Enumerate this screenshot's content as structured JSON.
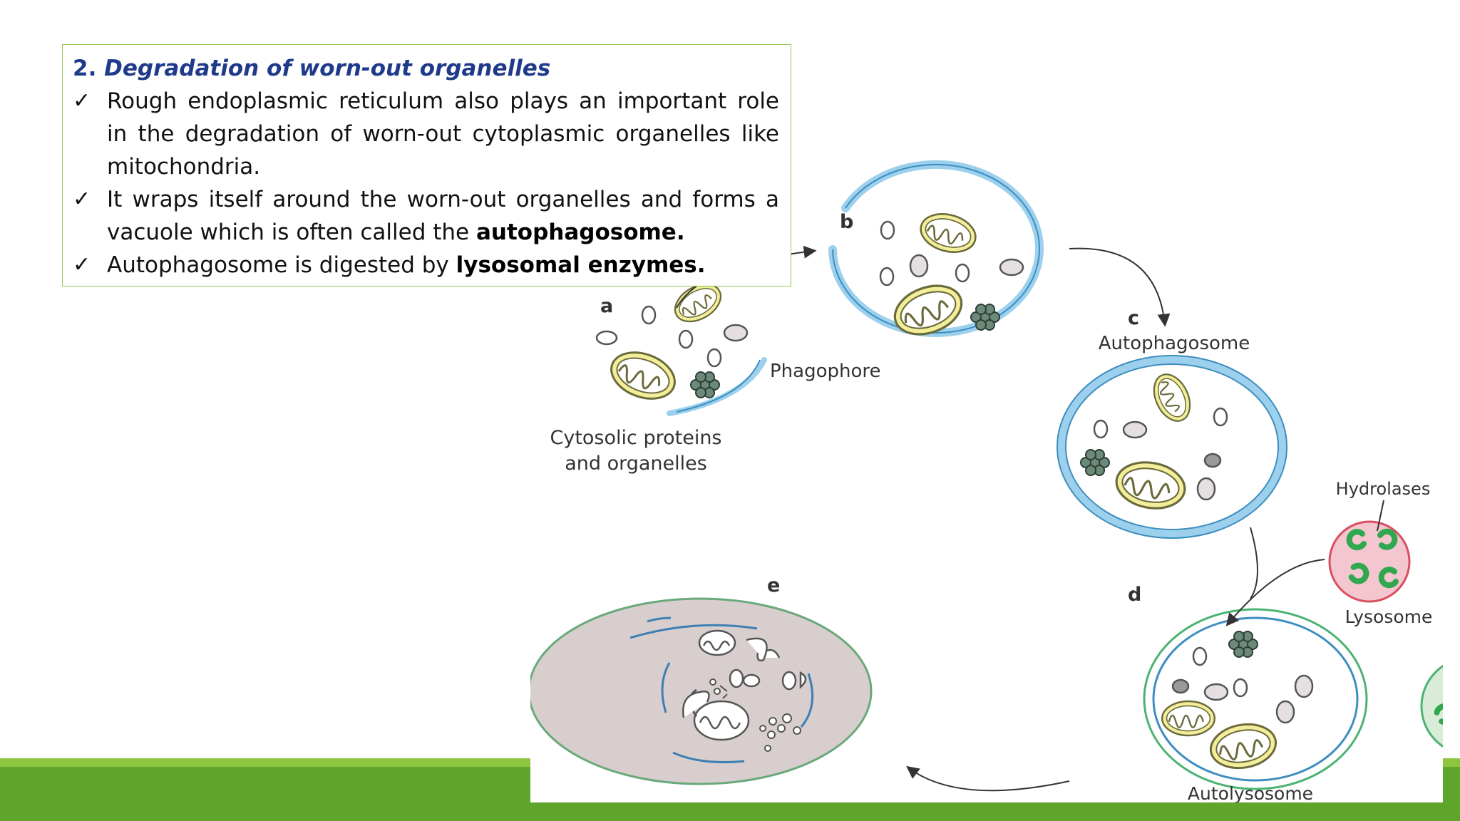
{
  "slide": {
    "heading_number": "2.",
    "heading_title": "Degradation of worn-out organelles",
    "bullets": [
      {
        "text": "Rough endoplasmic reticulum also plays an important role in the degradation of worn-out cytoplasmic organelles like mitochondria.",
        "bold": ""
      },
      {
        "text": " It wraps itself around the worn-out organelles and forms a vacuole which is often called the ",
        "bold": "autophagosome."
      },
      {
        "text": "Autophagosome is digested by ",
        "bold": "lysosomal enzymes."
      }
    ],
    "check_glyph": "✓"
  },
  "diagram": {
    "stage_labels": {
      "a": "a",
      "b": "b",
      "c": "c",
      "d": "d",
      "e": "e"
    },
    "phagophore": "Phagophore",
    "cytosolic_line1": "Cytosolic proteins",
    "cytosolic_line2": "and organelles",
    "autophagosome": "Autophagosome",
    "hydrolases": "Hydrolases",
    "lysosome": "Lysosome",
    "autolysosome": "Autolysosome"
  },
  "colors": {
    "band_light": "#8cc63f",
    "band_dark": "#5fa52c",
    "membrane_blue": "#9cd0ec",
    "membrane_green": "#4bb371",
    "lysosome_fill": "#f4c6cf",
    "mitochondria": "#f3ee9a",
    "heading_blue": "#1f3a8a"
  }
}
